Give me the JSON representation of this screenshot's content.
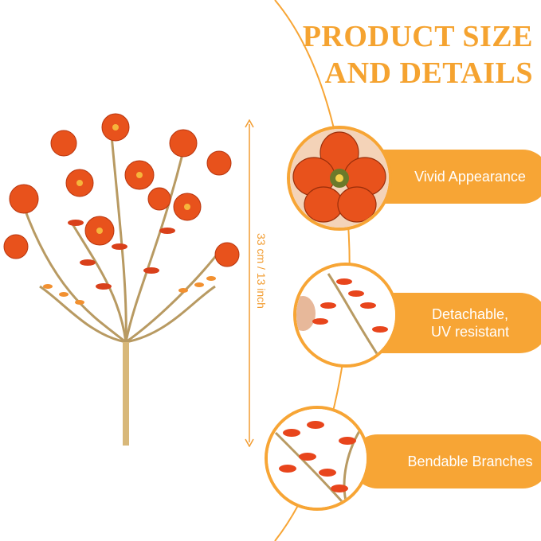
{
  "title": {
    "line1": "PRODUCT SIZE",
    "line2": "AND DETAILS"
  },
  "dimension": {
    "label": "33 cm / 13 inch"
  },
  "features": [
    {
      "label_lines": [
        "Vivid Appearance"
      ],
      "icon": "flower-closeup"
    },
    {
      "label_lines": [
        "Detachable,",
        "UV resistant"
      ],
      "icon": "stem-closeup"
    },
    {
      "label_lines": [
        "Bendable Branches"
      ],
      "icon": "branch-closeup"
    }
  ],
  "colors": {
    "accent": "#f7a535",
    "flower": "#e8521c",
    "stem": "#b89a62"
  }
}
